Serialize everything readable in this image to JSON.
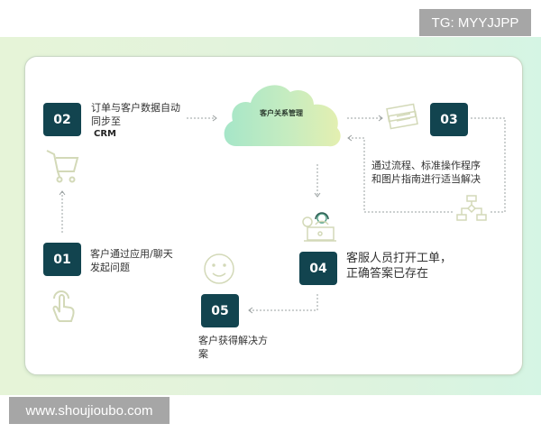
{
  "watermarks": {
    "top": "TG: MYYJJPP",
    "bottom": "www.shoujioubo.com"
  },
  "diagram": {
    "center": {
      "label": "客户关系管理",
      "icon": "cloud-icon"
    },
    "steps": [
      {
        "number": "01",
        "text_line1": "客户通过应用/聊天",
        "text_line2": "发起问题",
        "icon": "touch-hand-icon"
      },
      {
        "number": "02",
        "text_line1": "订单与客户数据自动",
        "text_line2": "同步至",
        "text_line3": "CRM",
        "icon": "shopping-cart-icon"
      },
      {
        "number": "03",
        "text_line1": "通过流程、标准操作程序",
        "text_line2": "和图片指南进行适当解决",
        "icons": [
          "tickets-icon",
          "flowchart-icon"
        ]
      },
      {
        "number": "04",
        "text_line1": "客服人员打开工单，",
        "text_line2": "正确答案已存在",
        "icon": "support-agent-icon"
      },
      {
        "number": "05",
        "text_line1": "客户获得解决方",
        "text_line2": "案",
        "icon": "smiley-face-icon"
      }
    ]
  },
  "colors": {
    "step_box": "#12444f",
    "icon_stroke": "#d3d9b8",
    "connector": "#9aa0a0",
    "band_left": "#e6f4d8",
    "band_right": "#d5f5e4",
    "cloud_left": "#a6e6c8",
    "cloud_right": "#e4efb0"
  }
}
